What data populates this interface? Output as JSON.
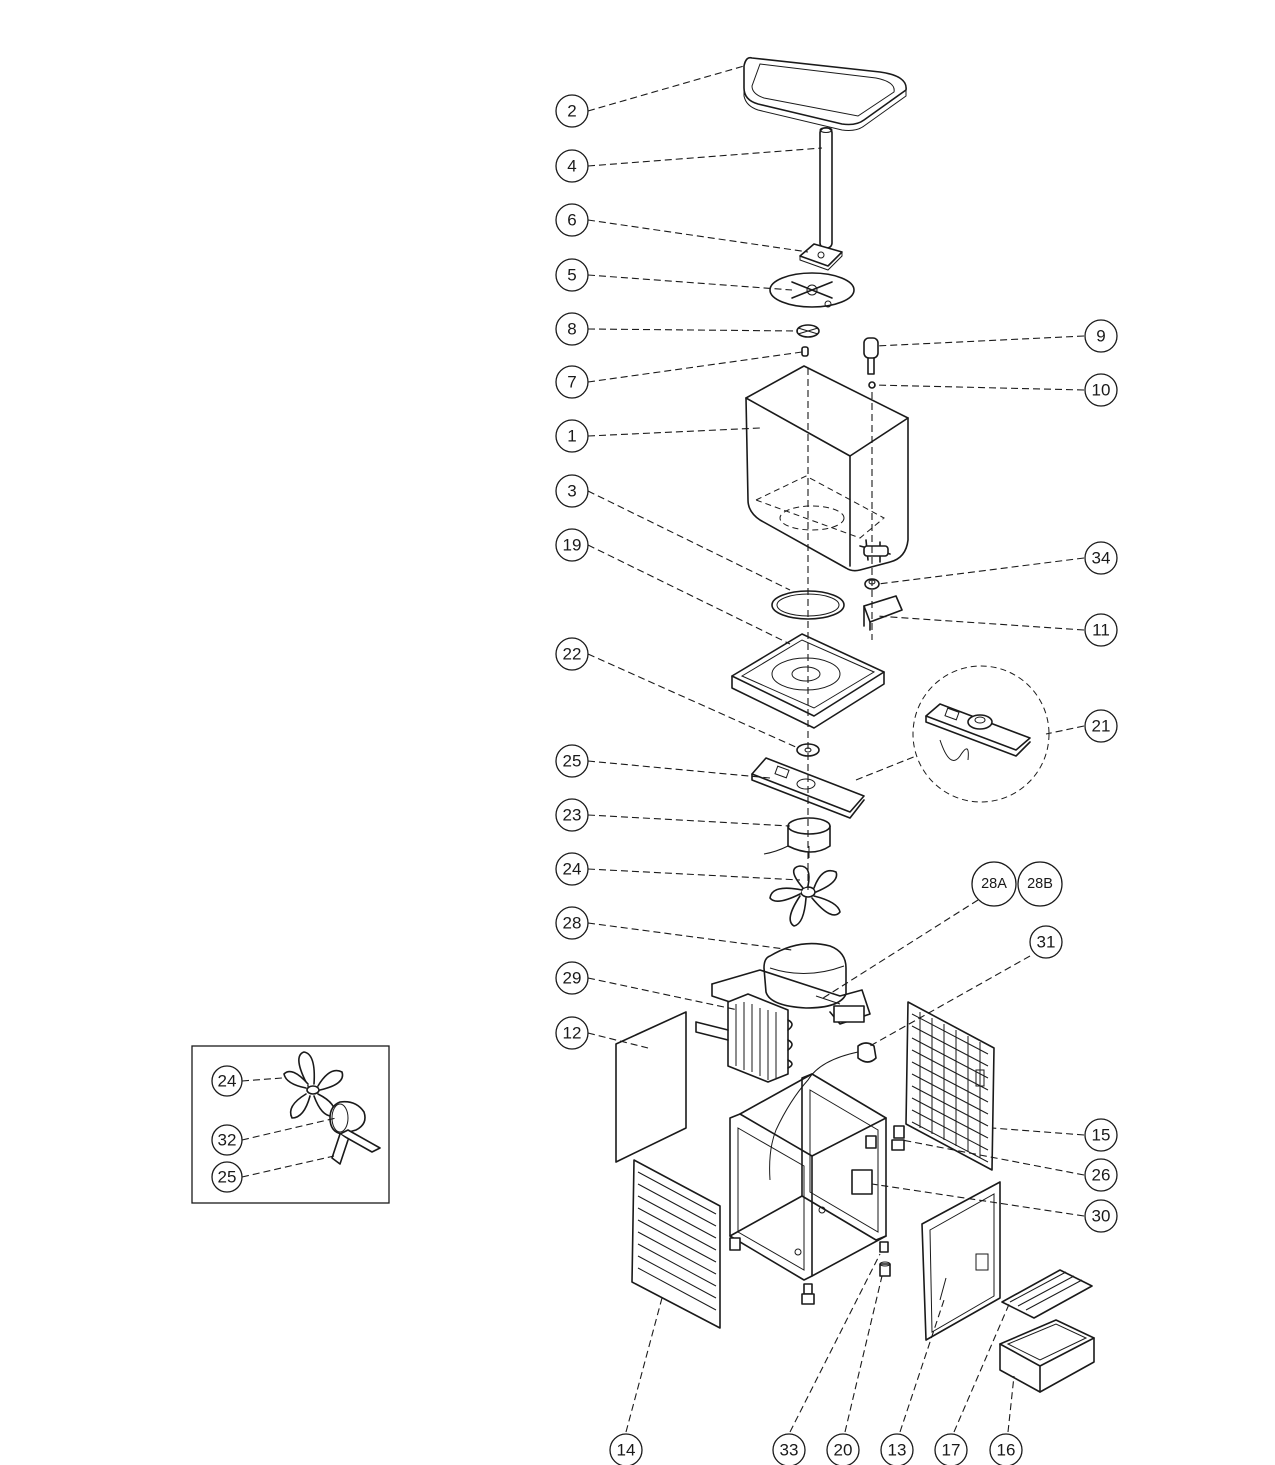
{
  "callouts": {
    "c1": "1",
    "c2": "2",
    "c3": "3",
    "c4": "4",
    "c5": "5",
    "c6": "6",
    "c7": "7",
    "c8": "8",
    "c9": "9",
    "c10": "10",
    "c11": "11",
    "c12": "12",
    "c13": "13",
    "c14": "14",
    "c15": "15",
    "c16": "16",
    "c17": "17",
    "c19": "19",
    "c20": "20",
    "c21": "21",
    "c22": "22",
    "c23": "23",
    "c24": "24",
    "c25": "25",
    "c26": "26",
    "c28": "28",
    "c28a": "28A",
    "c28b": "28B",
    "c29": "29",
    "c30": "30",
    "c31": "31",
    "c33": "33",
    "c34": "34"
  },
  "inset": {
    "c24": "24",
    "c32": "32",
    "c25": "25"
  },
  "colors": {
    "line": "#1a1a1a",
    "background": "#ffffff"
  }
}
